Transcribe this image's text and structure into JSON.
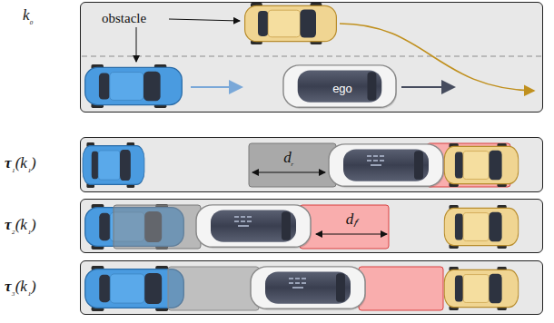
{
  "diagram": {
    "nodes": [
      {
        "text": [
          "k₀"
        ]
      },
      {
        "text": [
          "ego"
        ],
        "in": 0
      },
      {
        "text": [
          "τ₁(k₁)"
        ]
      },
      {
        "text": [
          "τ₂(k₁)"
        ]
      },
      {
        "text": [
          "τ₃(k₁)"
        ]
      }
    ],
    "labels": [
      "obstacle",
      "dᵣ",
      "d𝑓"
    ]
  }
}
